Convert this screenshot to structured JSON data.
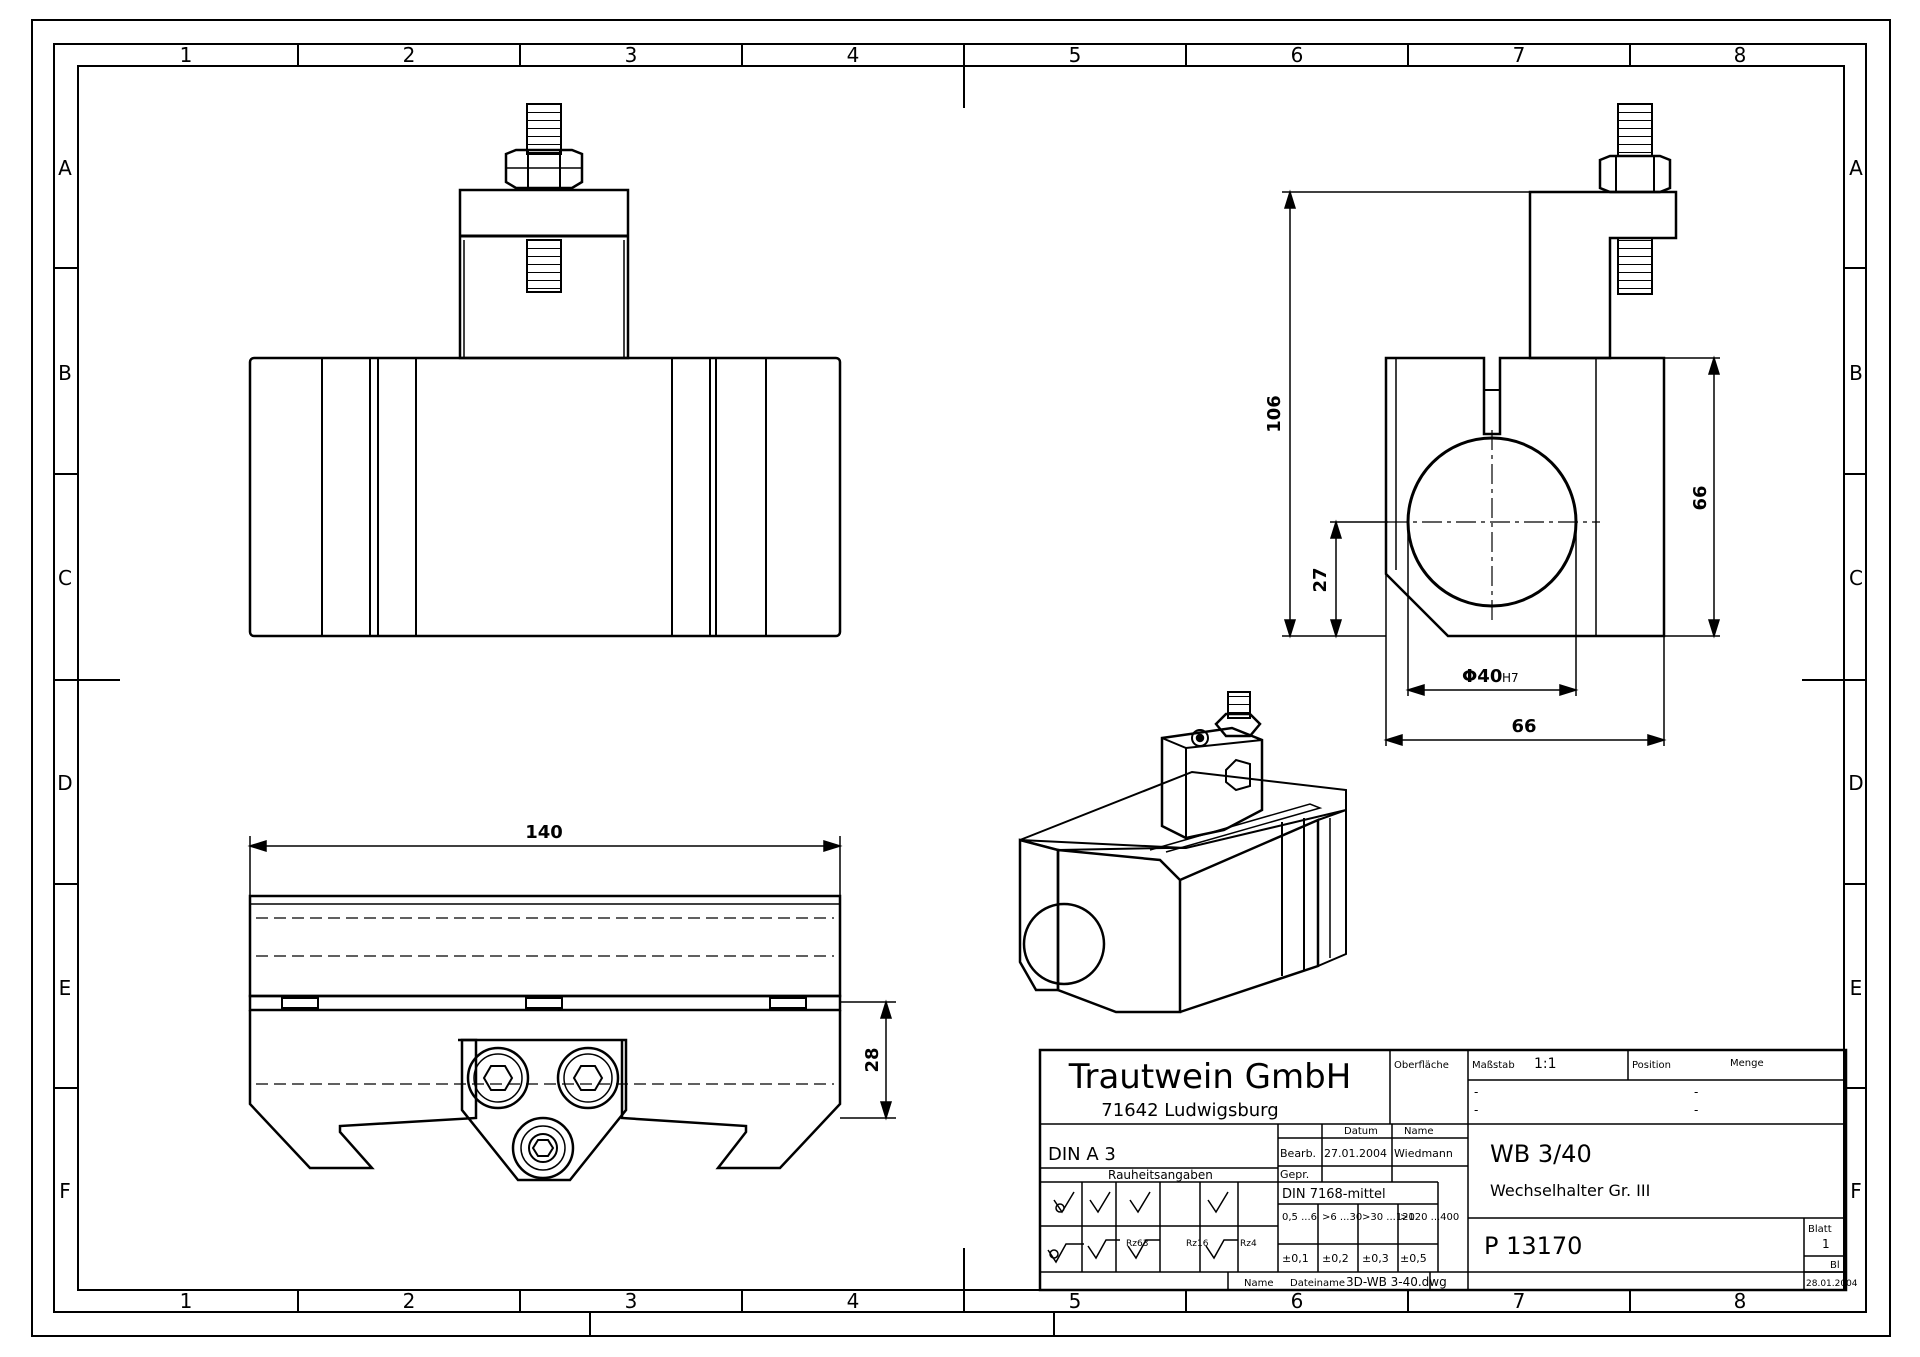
{
  "frame": {
    "columns": [
      "1",
      "2",
      "3",
      "4",
      "5",
      "6",
      "7",
      "8"
    ],
    "rows": [
      "A",
      "B",
      "C",
      "D",
      "E",
      "F"
    ]
  },
  "dimensions": {
    "overall_height": "106",
    "body_height_right": "66",
    "bore_center_height": "27",
    "bore_diameter": "Φ40",
    "bore_tolerance": "H7",
    "body_width_side": "66",
    "length_bottom": "140",
    "slide_height": "28"
  },
  "title_block": {
    "company": "Trautwein GmbH",
    "city": "71642 Ludwigsburg",
    "surface_label": "Oberfläche",
    "scale_label": "Maßstab",
    "scale_value": "1:1",
    "position_label": "Position",
    "quantity_label": "Menge",
    "dash_1": "-",
    "dash_2": "-",
    "dash_3": "-",
    "dash_4": "-",
    "format": "DIN A 3",
    "date_header": "Datum",
    "name_header": "Name",
    "bearb_label": "Bearb.",
    "bearb_date": "27.01.2004",
    "bearb_name": "Wiedmann",
    "gepr_label": "Gepr.",
    "roughness_label": "Rauheitsangaben",
    "tolerance_std": "DIN 7168-mittel",
    "tol_ranges": [
      "0,5 ...6",
      ">6 ...30",
      ">30 ...120",
      ">120 ...400"
    ],
    "tol_values": [
      "±0,1",
      "±0,2",
      "±0,3",
      "±0,5"
    ],
    "rz_values": [
      "Rz63",
      "Rz16",
      "Rz4"
    ],
    "part_number_title": "WB 3/40",
    "part_description": "Wechselhalter Gr. III",
    "drawing_number": "P 13170",
    "sheet_label": "Blatt",
    "sheet_value": "1",
    "bl_label": "Bl",
    "name_label": "Name",
    "filename_label": "Dateiname",
    "filename": "3D-WB 3-40.dwg",
    "footer_date": "28.01.2004"
  }
}
